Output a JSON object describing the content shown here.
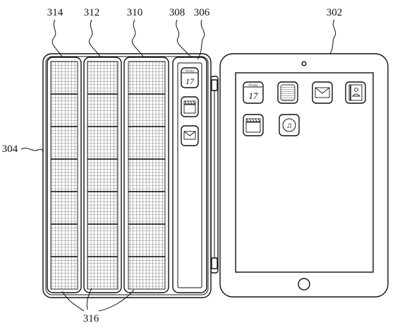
{
  "figure": {
    "labels": {
      "ref_314": "314",
      "ref_312": "312",
      "ref_310": "310",
      "ref_308": "308",
      "ref_306": "306",
      "ref_302": "302",
      "ref_304": "304",
      "ref_316": "316"
    },
    "icons": {
      "calendar_day": "17",
      "calendar_month": "Monday"
    }
  }
}
